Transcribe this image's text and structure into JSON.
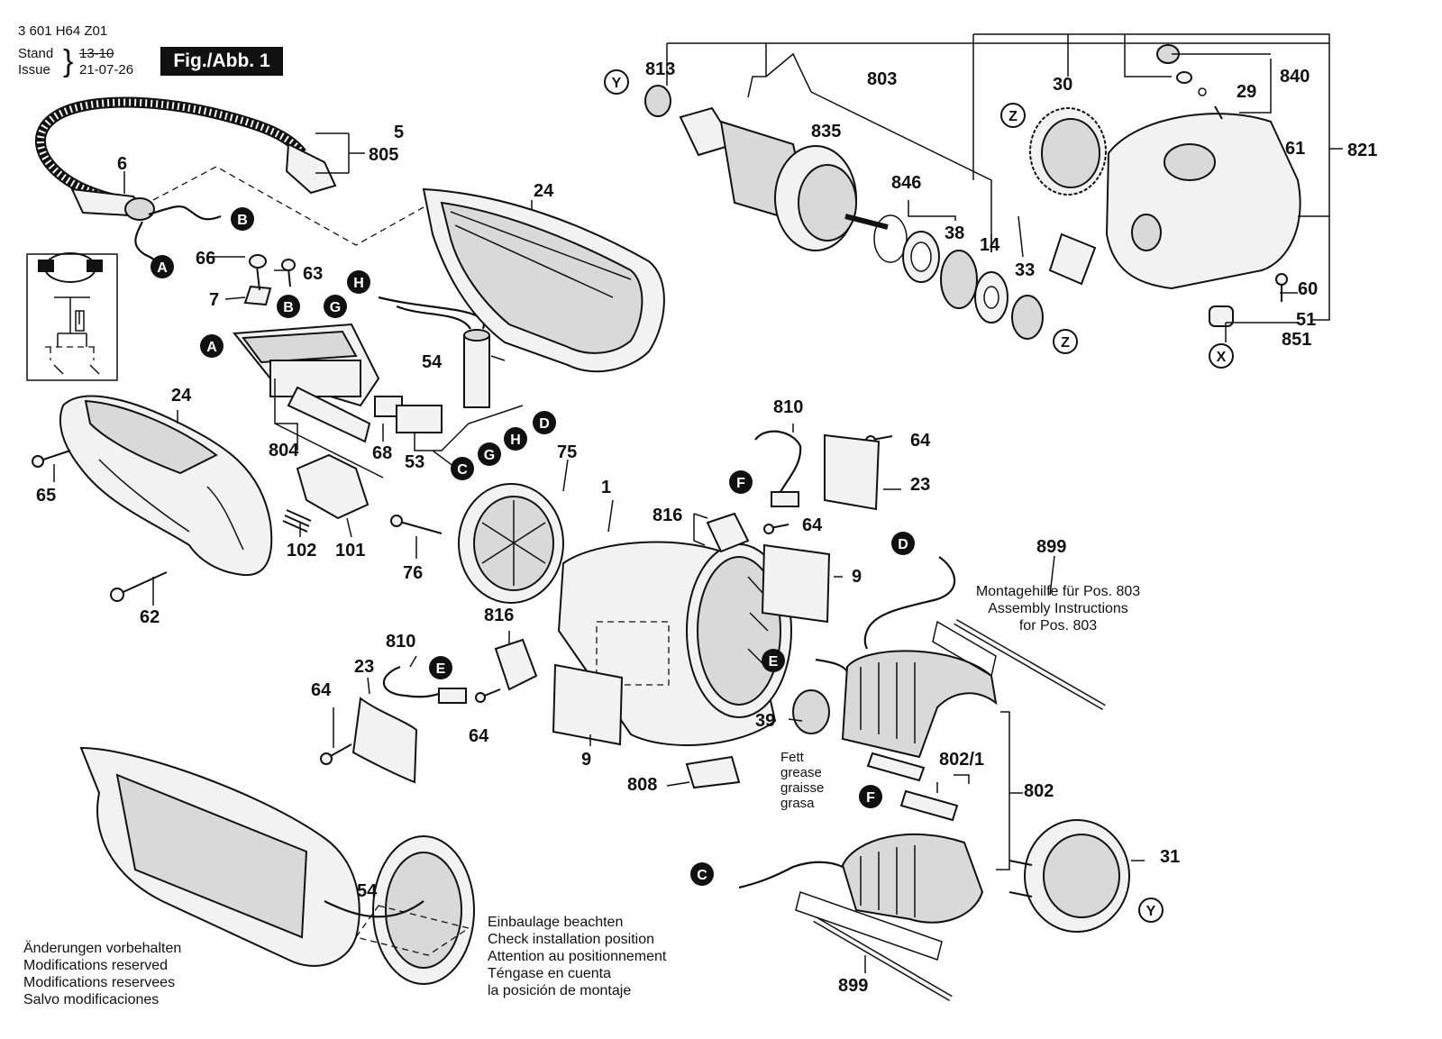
{
  "header": {
    "doc_number": "3 601 H64 Z01",
    "stand_label": "Stand",
    "issue_label": "Issue",
    "old_date": "13-10",
    "new_date": "21-07-26",
    "figure_label": "Fig./Abb. 1"
  },
  "notes": {
    "install": [
      "Einbaulage beachten",
      "Check installation position",
      "Attention au positionnement",
      "Téngase en cuenta",
      "la posición de montaje"
    ],
    "changes": [
      "Änderungen vorbehalten",
      "Modifications reserved",
      "Modifications reservees",
      "Salvo modificaciones"
    ],
    "assembly": [
      "Montagehilfe für Pos. 803",
      "Assembly Instructions",
      "for Pos. 803"
    ],
    "grease": [
      "Fett",
      "grease",
      "graisse",
      "grasa"
    ]
  },
  "connectors": [
    "A",
    "B",
    "C",
    "D",
    "E",
    "F",
    "G",
    "H"
  ],
  "markers": [
    "X",
    "Y",
    "Z"
  ],
  "labels": {
    "p1": "1",
    "p5": "5",
    "p6": "6",
    "p7": "7",
    "p9": "9",
    "p14": "14",
    "p23": "23",
    "p24": "24",
    "p29": "29",
    "p30": "30",
    "p31": "31",
    "p33": "33",
    "p38": "38",
    "p39": "39",
    "p51": "51",
    "p53": "53",
    "p54": "54",
    "p60": "60",
    "p61": "61",
    "p62": "62",
    "p63": "63",
    "p64": "64",
    "p65": "65",
    "p66": "66",
    "p68": "68",
    "p75": "75",
    "p76": "76",
    "p101": "101",
    "p102": "102",
    "p802": "802",
    "p802_1": "802/1",
    "p803": "803",
    "p804": "804",
    "p805": "805",
    "p808": "808",
    "p810": "810",
    "p813": "813",
    "p816": "816",
    "p821": "821",
    "p835": "835",
    "p840": "840",
    "p846": "846",
    "p851": "851",
    "p899": "899"
  }
}
